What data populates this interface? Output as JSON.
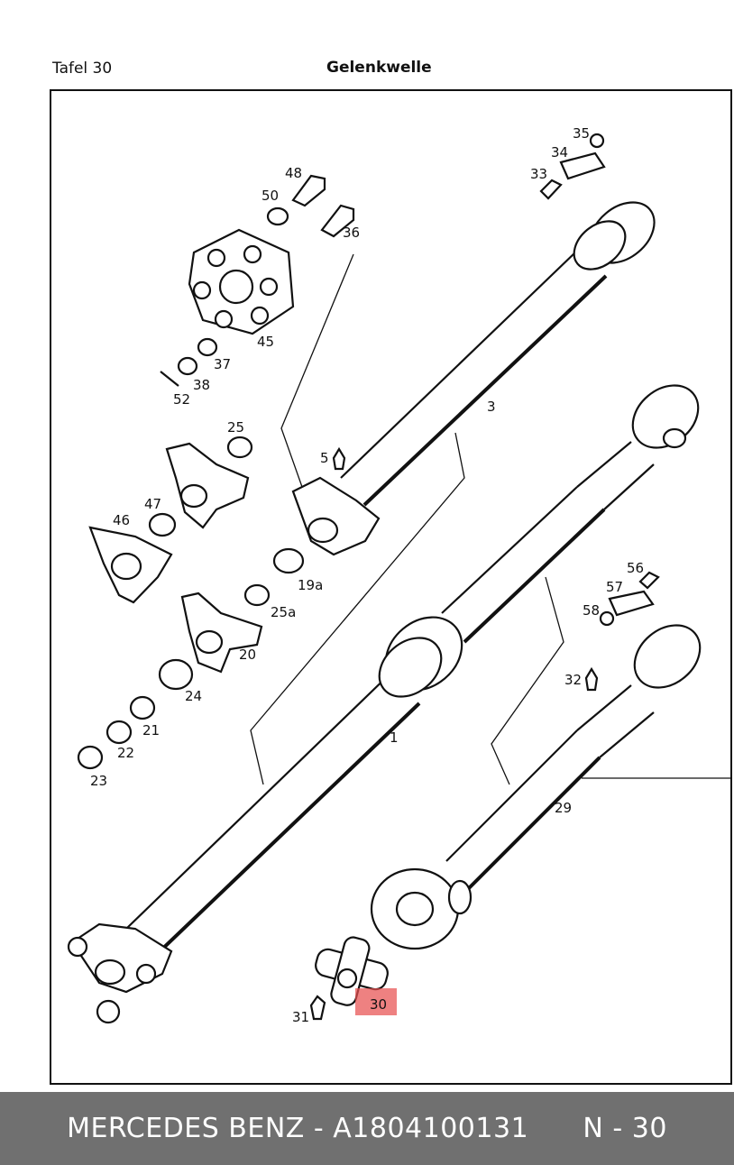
{
  "header": {
    "plate": "Tafel 30",
    "title": "Gelenkwelle"
  },
  "callouts": {
    "c1": "1",
    "c3": "3",
    "c5": "5",
    "c19a": "19a",
    "c20": "20",
    "c21": "21",
    "c22": "22",
    "c23": "23",
    "c24": "24",
    "c25": "25",
    "c25a": "25a",
    "c29": "29",
    "c30": "30",
    "c31": "31",
    "c32": "32",
    "c33": "33",
    "c34": "34",
    "c35": "35",
    "c36": "36",
    "c37": "37",
    "c38": "38",
    "c45": "45",
    "c46": "46",
    "c47": "47",
    "c48": "48",
    "c50": "50",
    "c52": "52",
    "c56": "56",
    "c57": "57",
    "c58": "58"
  },
  "footer": {
    "brand": "MERCEDES BENZ",
    "separator": "-",
    "part_number": "A1804100131",
    "page": "N - 30"
  },
  "highlight_color": "#e85050"
}
